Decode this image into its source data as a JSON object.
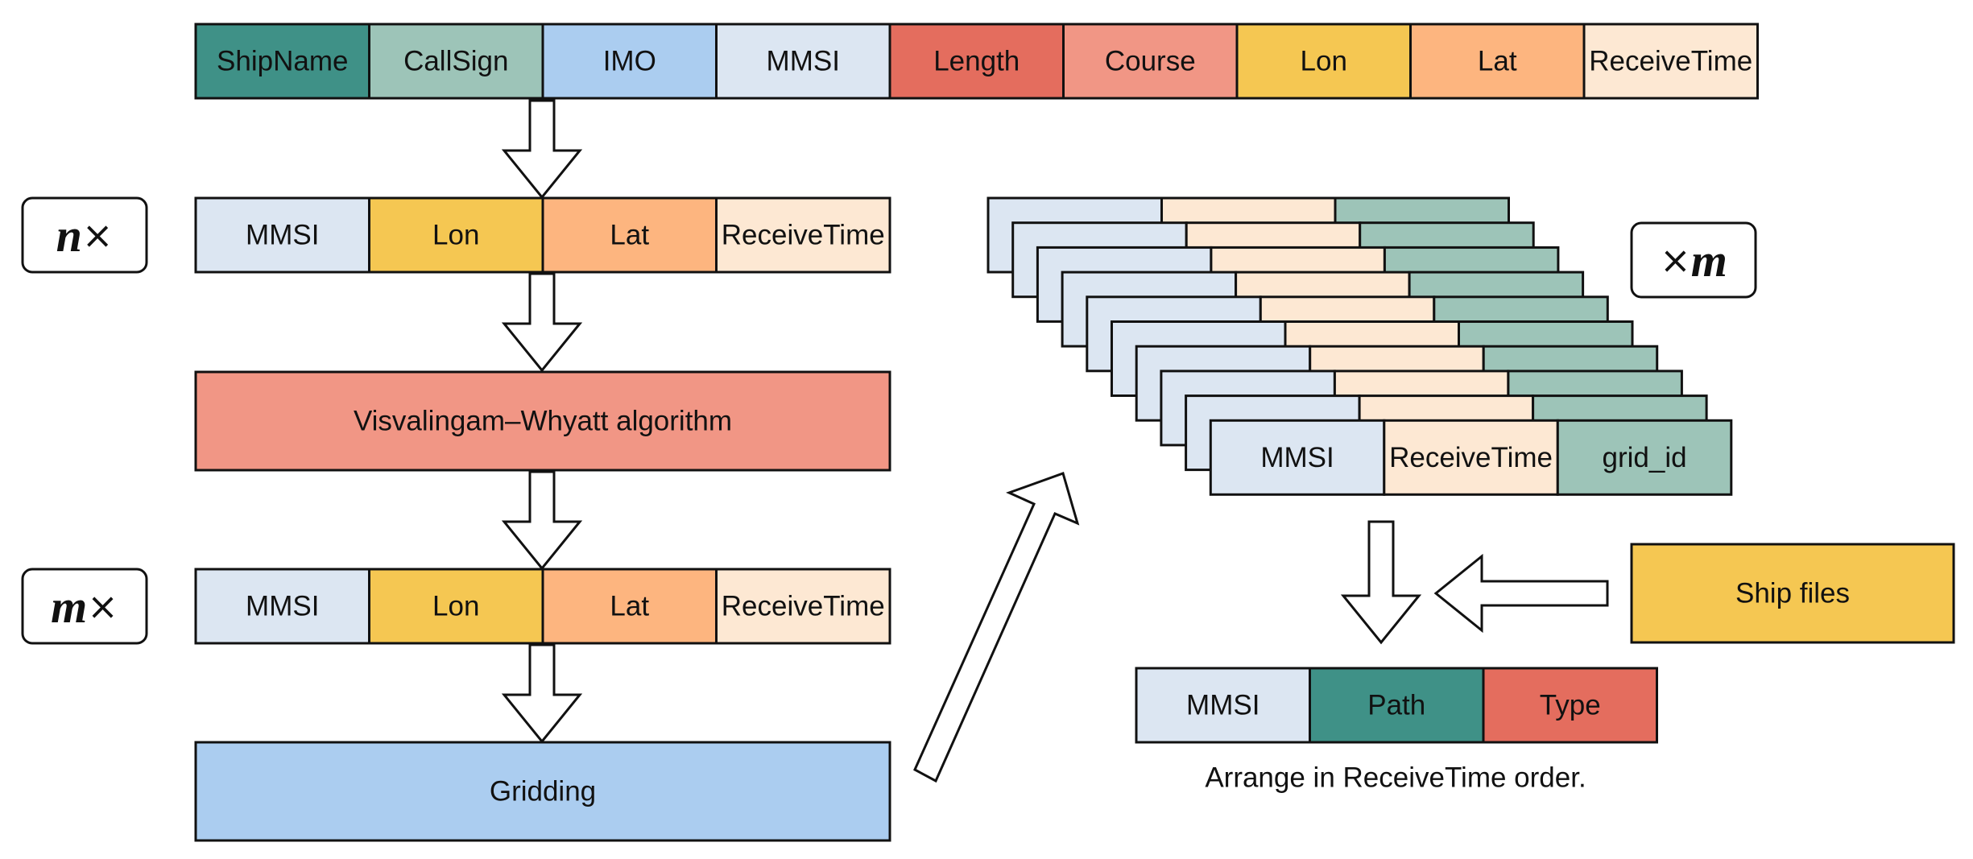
{
  "colors": {
    "dark_teal": "#3f9187",
    "sage": "#9dc4b8",
    "light_blue": "#abcdf0",
    "pale_blue": "#dce6f2",
    "red": "#e46d5e",
    "salmon": "#f19685",
    "yellow": "#f5c752",
    "orange": "#fdb57f",
    "cream": "#fde8d3"
  },
  "top_record": {
    "fields": [
      {
        "label": "ShipName",
        "color": "#3f9187"
      },
      {
        "label": "CallSign",
        "color": "#9dc4b8"
      },
      {
        "label": "IMO",
        "color": "#abcdf0"
      },
      {
        "label": "MMSI",
        "color": "#dce6f2"
      },
      {
        "label": "Length",
        "color": "#e46d5e"
      },
      {
        "label": "Course",
        "color": "#f19685"
      },
      {
        "label": "Lon",
        "color": "#f5c752"
      },
      {
        "label": "Lat",
        "color": "#fdb57f"
      },
      {
        "label": "ReceiveTime",
        "color": "#fde8d3"
      }
    ]
  },
  "selected_record": {
    "fields": [
      {
        "label": "MMSI",
        "color": "#dce6f2"
      },
      {
        "label": "Lon",
        "color": "#f5c752"
      },
      {
        "label": "Lat",
        "color": "#fdb57f"
      },
      {
        "label": "ReceiveTime",
        "color": "#fde8d3"
      }
    ],
    "multiplier": {
      "var": "n",
      "sym": "×"
    }
  },
  "algorithm_box": {
    "label": "Visvalingam–Whyatt algorithm",
    "color": "#f19685"
  },
  "simplified_record": {
    "fields": [
      {
        "label": "MMSI",
        "color": "#dce6f2"
      },
      {
        "label": "Lon",
        "color": "#f5c752"
      },
      {
        "label": "Lat",
        "color": "#fdb57f"
      },
      {
        "label": "ReceiveTime",
        "color": "#fde8d3"
      }
    ],
    "multiplier": {
      "var": "m",
      "sym": "×"
    }
  },
  "gridding_box": {
    "label": "Gridding",
    "color": "#abcdf0"
  },
  "grid_stack": {
    "count": 10,
    "fields": [
      {
        "label": "MMSI",
        "color": "#dce6f2"
      },
      {
        "label": "ReceiveTime",
        "color": "#fde8d3"
      },
      {
        "label": "grid_id",
        "color": "#9dc4b8"
      }
    ],
    "multiplier": {
      "sym": "×",
      "var": "m"
    }
  },
  "ship_files_box": {
    "label": "Ship files",
    "color": "#f5c752"
  },
  "output_record": {
    "fields": [
      {
        "label": "MMSI",
        "color": "#dce6f2"
      },
      {
        "label": "Path",
        "color": "#3f9187"
      },
      {
        "label": "Type",
        "color": "#e46d5e"
      }
    ],
    "caption": "Arrange in ReceiveTime order."
  }
}
